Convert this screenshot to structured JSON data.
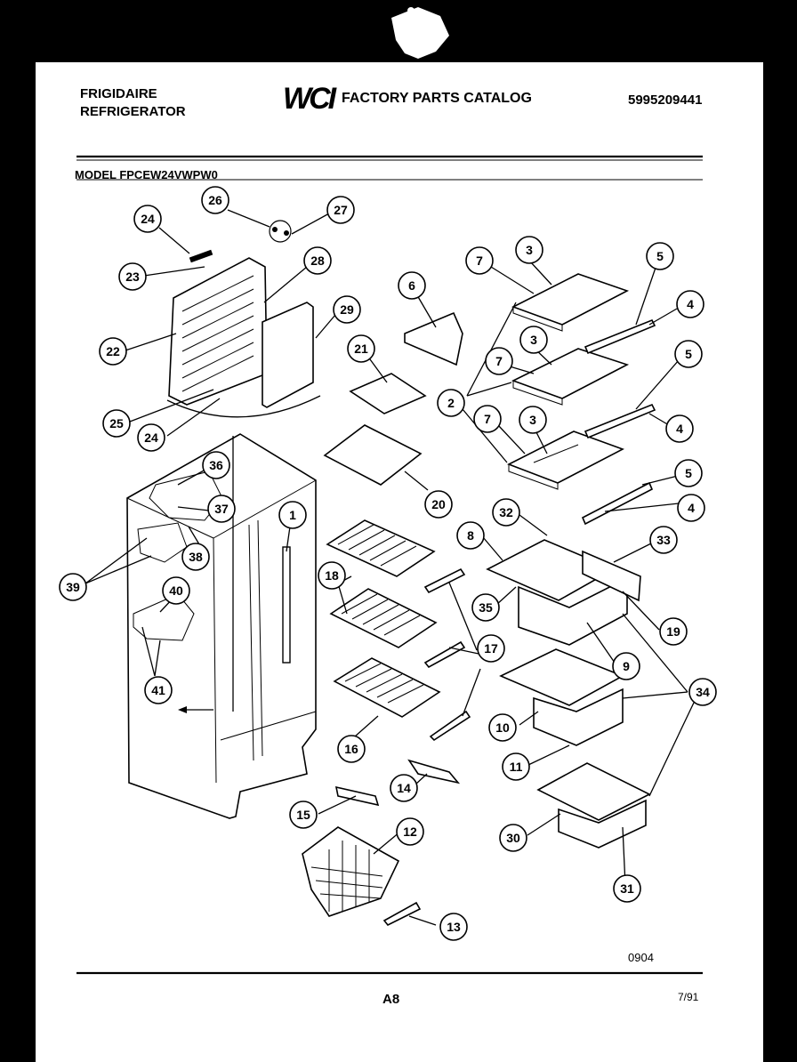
{
  "header": {
    "brand": "FRIGIDAIRE",
    "product": "REFRIGERATOR",
    "logo_text": "WCI",
    "catalog_title": "FACTORY PARTS CATALOG",
    "catalog_number": "5995209441",
    "model": "MODEL FPCEW24VWPW0"
  },
  "footer": {
    "code": "0904",
    "page": "A8",
    "date": "7/91"
  },
  "callouts": [
    "24",
    "26",
    "27",
    "23",
    "28",
    "22",
    "29",
    "25",
    "24",
    "6",
    "7",
    "3",
    "5",
    "4",
    "7",
    "3",
    "5",
    "2",
    "4",
    "7",
    "3",
    "5",
    "4",
    "21",
    "20",
    "36",
    "37",
    "38",
    "39",
    "1",
    "18",
    "40",
    "41",
    "17",
    "16",
    "14",
    "15",
    "12",
    "13",
    "32",
    "8",
    "33",
    "35",
    "19",
    "9",
    "34",
    "10",
    "11",
    "30",
    "31"
  ]
}
